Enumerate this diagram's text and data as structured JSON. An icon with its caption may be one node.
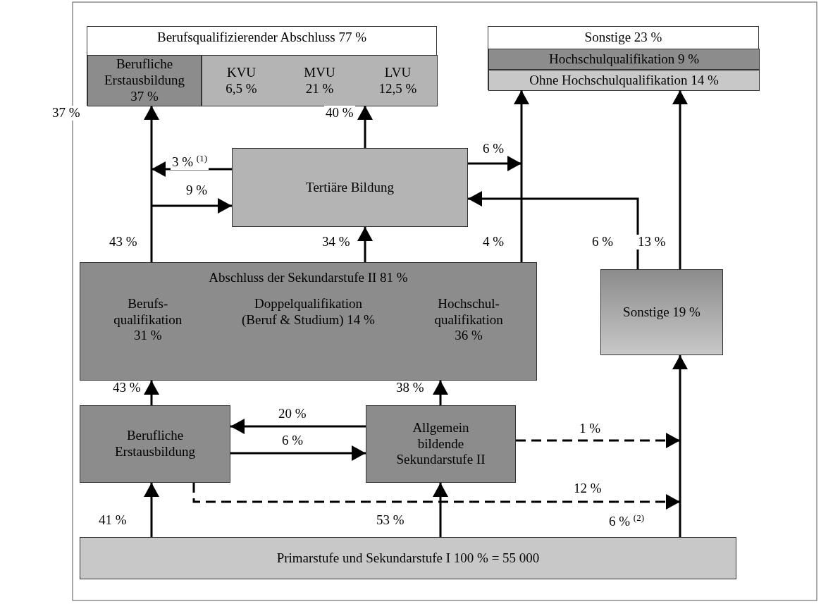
{
  "diagram": {
    "nodes": [
      {
        "text": [
          "Berufsqualifizierender Abschluss 77 %"
        ]
      },
      {
        "text": [
          "Berufliche Erstausbildung 37 %"
        ],
        "in": 0
      },
      {
        "text": [
          "KVU 6,5 %",
          "MVU 21 %",
          "LVU 12,5 %"
        ],
        "in": 0
      },
      {
        "text": [
          "Sonstige 23 %"
        ]
      },
      {
        "text": [
          "Hochschulqualifikation 9 %"
        ],
        "in": 3
      },
      {
        "text": [
          "Ohne Hochschulqualifikation 14 %"
        ],
        "in": 3
      },
      {
        "text": [
          "Tertiäre Bildung"
        ]
      },
      {
        "text": [
          "Abschluss der Sekundarstufe II  81 %",
          "Berufs- qualifikation 31 %",
          "Doppelqualifikation (Beruf & Studium) 14 %",
          "Hochschul- qualifikation 36 %"
        ]
      },
      {
        "text": [
          "Sonstige 19 %"
        ]
      },
      {
        "text": [
          "Berufliche Erstausbildung"
        ]
      },
      {
        "text": [
          "Allgemein bildende Sekundarstufe II"
        ]
      },
      {
        "text": [
          "Primarstufe und Sekundarstufe I 100 % = 55 000"
        ]
      }
    ],
    "edges": [
      {
        "from": 7,
        "to": 1,
        "arrow": "to",
        "label": "43 %"
      },
      {
        "from": 7,
        "to": 6,
        "arrow": "to",
        "label": "9 %"
      },
      {
        "from": 6,
        "to": 1,
        "arrow": "to",
        "label": "3 % $^{(1)}$"
      },
      {
        "from": 6,
        "to": 2,
        "arrow": "to",
        "label": "40 %"
      },
      {
        "from": 7,
        "to": 6,
        "arrow": "to",
        "label": "34 %"
      },
      {
        "from": 6,
        "to": 3,
        "arrow": "to",
        "label": "6 %"
      },
      {
        "from": 7,
        "to": 3,
        "arrow": "to",
        "label": "4 %"
      },
      {
        "from": 8,
        "to": 6,
        "arrow": "to",
        "label": "6 %"
      },
      {
        "from": 8,
        "to": 3,
        "arrow": "to",
        "label": "13 %"
      },
      {
        "from": 9,
        "to": 7,
        "arrow": "to",
        "label": "43 %"
      },
      {
        "from": 10,
        "to": 7,
        "arrow": "to",
        "label": "38 %"
      },
      {
        "from": 10,
        "to": 9,
        "arrow": "to",
        "label": "20 %"
      },
      {
        "from": 9,
        "to": 10,
        "arrow": "to",
        "label": "6 %"
      },
      {
        "from": 10,
        "to": 8,
        "arrow": "to",
        "label": "1 %",
        "style": "dashed"
      },
      {
        "from": 9,
        "to": 8,
        "arrow": "to",
        "label": "12 %",
        "style": "dashed"
      },
      {
        "from": 11,
        "to": 9,
        "arrow": "to",
        "label": "41 %"
      },
      {
        "from": 11,
        "to": 10,
        "arrow": "to",
        "label": "53 %"
      },
      {
        "from": 11,
        "to": 8,
        "arrow": "to",
        "label": "6 % $^{(2)}$"
      }
    ],
    "labels": [
      "37 %"
    ]
  }
}
